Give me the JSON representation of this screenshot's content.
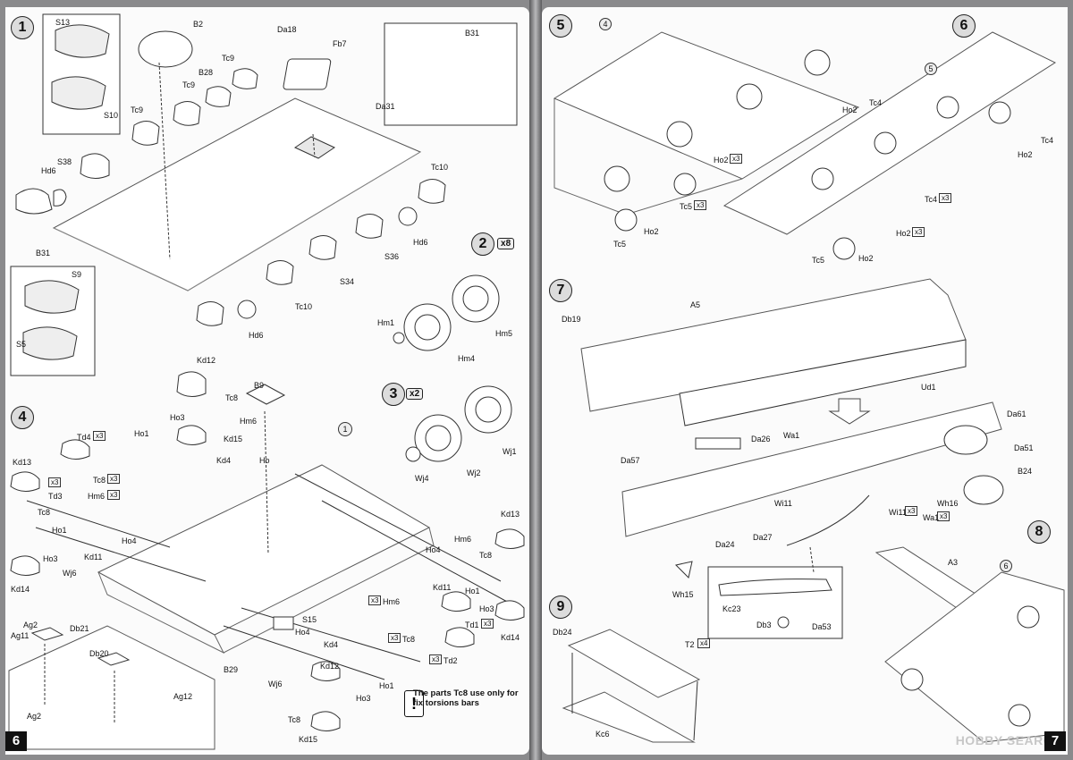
{
  "pages": {
    "left": {
      "number": "6",
      "steps": [
        {
          "number": "1"
        },
        {
          "number": "2",
          "multiplier": "8"
        },
        {
          "number": "3",
          "multiplier": "2"
        },
        {
          "number": "4"
        }
      ],
      "note": "The parts Tc8 use only for fix torsions bars",
      "labels": {
        "s13": "S13",
        "s10": "S10",
        "b2": "B2",
        "da18": "Da18",
        "fb7": "Fb7",
        "b31_top": "B31",
        "tc9_a": "Tc9",
        "tc9_b": "Tc9",
        "tc9_c": "Tc9",
        "b28": "B28",
        "da31": "Da31",
        "s38": "S38",
        "hd6_a": "Hd6",
        "hd6_b": "Hd6",
        "hd6_c": "Hd6",
        "tc10_a": "Tc10",
        "tc10_b": "Tc10",
        "b31": "B31",
        "s36": "S36",
        "s34": "S34",
        "s9": "S9",
        "s5": "S5",
        "hm1": "Hm1",
        "hm4": "Hm4",
        "hm5": "Hm5",
        "wj1": "Wj1",
        "wj2": "Wj2",
        "wj4": "Wj4",
        "kd12_a": "Kd12",
        "b9": "B9",
        "tc8_a": "Tc8",
        "ho3_a": "Ho3",
        "hm6_a": "Hm6",
        "ho1_a": "Ho1",
        "kd15_a": "Kd15",
        "kd4_a": "Kd4",
        "ho_trunc": "Ho",
        "td4": "Td4",
        "kd13_a": "Kd13",
        "tc8_b": "Tc8",
        "td3": "Td3",
        "hm6_b": "Hm6",
        "tc8_c": "Tc8",
        "ho1_b": "Ho1",
        "ho4_a": "Ho4",
        "ho3_b": "Ho3",
        "kd11_a": "Kd11",
        "wj6_a": "Wj6",
        "kd14_a": "Kd14",
        "one_ref": "1",
        "ho4_b": "Ho4",
        "hm6_c": "Hm6",
        "kd13_b": "Kd13",
        "tc8_d": "Tc8",
        "kd11_b": "Kd11",
        "ho1_c": "Ho1",
        "ho3_c": "Ho3",
        "td1": "Td1",
        "kd14_b": "Kd14",
        "hm6_d": "Hm6",
        "tc8_e": "Tc8",
        "td2": "Td2",
        "s15": "S15",
        "ho4_c": "Ho4",
        "kd4_b": "Kd4",
        "b29": "B29",
        "wj6_b": "Wj6",
        "kd12_b": "Kd12",
        "ho3_d": "Ho3",
        "ho1_d": "Ho1",
        "tc8_f": "Tc8",
        "kd15_b": "Kd15",
        "ag2_a": "Ag2",
        "ag11": "Ag11",
        "db21": "Db21",
        "db20": "Db20",
        "ag12": "Ag12",
        "ag2_b": "Ag2"
      },
      "qty": {
        "td4": "3",
        "tc8_b": "3",
        "td3": "3",
        "hm6_b": "3",
        "hm6_d": "3",
        "tc8_e": "3",
        "td1": "3",
        "td2": "3"
      }
    },
    "right": {
      "number": "7",
      "steps": [
        {
          "number": "5"
        },
        {
          "number": "6"
        },
        {
          "number": "7"
        },
        {
          "number": "8"
        },
        {
          "number": "9"
        }
      ],
      "labels": {
        "four": "4",
        "ho2_a": "Ho2",
        "tc4_a": "Tc4",
        "ho2_b": "Ho2",
        "tc5_a": "Tc5",
        "tc5_b": "Tc5",
        "ho2_c": "Ho2",
        "five": "5",
        "tc4_b": "Tc4",
        "ho2_d": "Ho2",
        "tc4_c": "Tc4",
        "ho2_e": "Ho2",
        "tc5_c": "Tc5",
        "ho2_f": "Ho2",
        "db19": "Db19",
        "a5": "A5",
        "ud1": "Ud1",
        "da61": "Da61",
        "da51": "Da51",
        "b24": "B24",
        "da26": "Da26",
        "wa1_a": "Wa1",
        "da57": "Da57",
        "wi11_a": "Wi11",
        "wh16": "Wh16",
        "wi11_b": "Wi11",
        "wa1_b": "Wa1",
        "da24": "Da24",
        "da27": "Da27",
        "wh15": "Wh15",
        "kc23": "Kc23",
        "db3": "Db3",
        "da53": "Da53",
        "a3": "A3",
        "six": "6",
        "db24": "Db24",
        "t2": "T2",
        "kc6": "Kc6"
      },
      "qty": {
        "ho2_a": "3",
        "tc5_a": "3",
        "tc4_c": "3",
        "ho2_e": "3",
        "wi11_b": "3",
        "wa1_b": "3",
        "t2": "4"
      }
    }
  },
  "watermark": "HOBBY SEARCH",
  "colors": {
    "line": "#333333",
    "paper": "#fbfbfb",
    "step_fill": "#dcdcdc"
  }
}
